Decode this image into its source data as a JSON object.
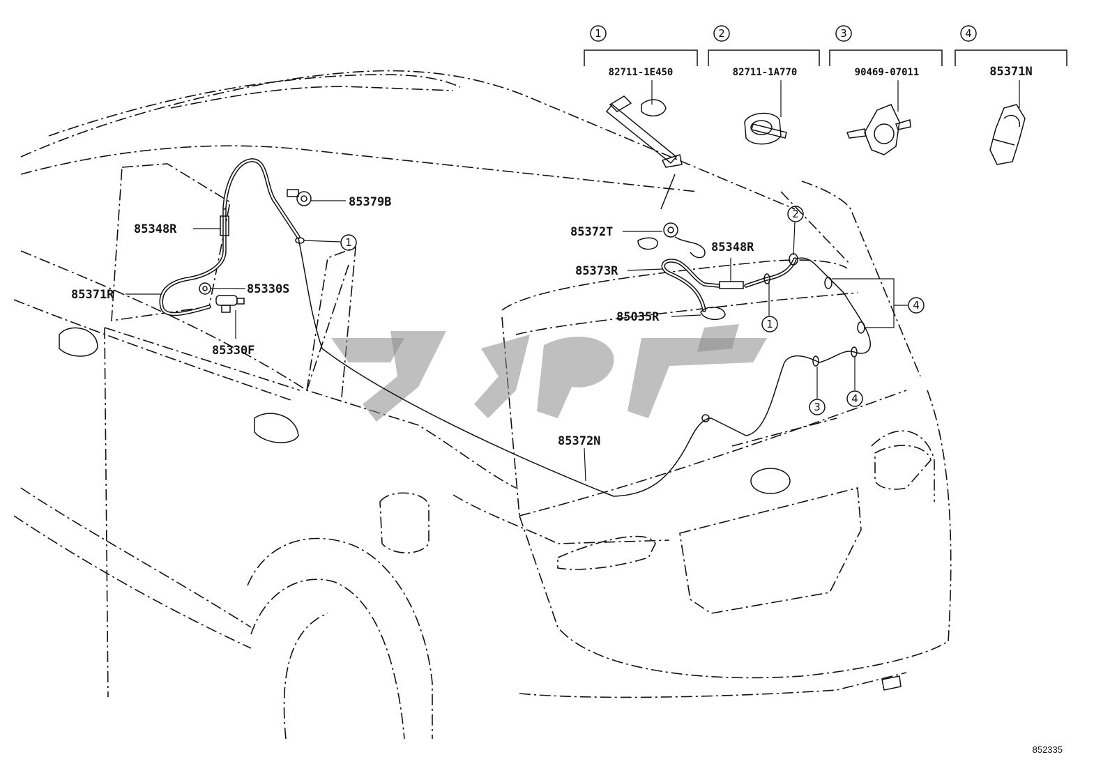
{
  "diagram_id": "852335",
  "legend": [
    {
      "index": "1",
      "part": "82711-1E450"
    },
    {
      "index": "2",
      "part": "82711-1A770"
    },
    {
      "index": "3",
      "part": "90469-07011"
    },
    {
      "index": "4",
      "part": "85371N"
    }
  ],
  "labels": {
    "l_85379B": "85379B",
    "l_85348R_left": "85348R",
    "l_85371R": "85371R",
    "l_85330S": "85330S",
    "l_85330F": "85330F",
    "l_85372T": "85372T",
    "l_85348R_right": "85348R",
    "l_85373R": "85373R",
    "l_85035R": "85035R",
    "l_85372N": "85372N"
  },
  "callouts": {
    "c1_top": "1",
    "c2": "2",
    "c1_mid": "1",
    "c4_side": "4",
    "c3": "3",
    "c4_low": "4"
  }
}
